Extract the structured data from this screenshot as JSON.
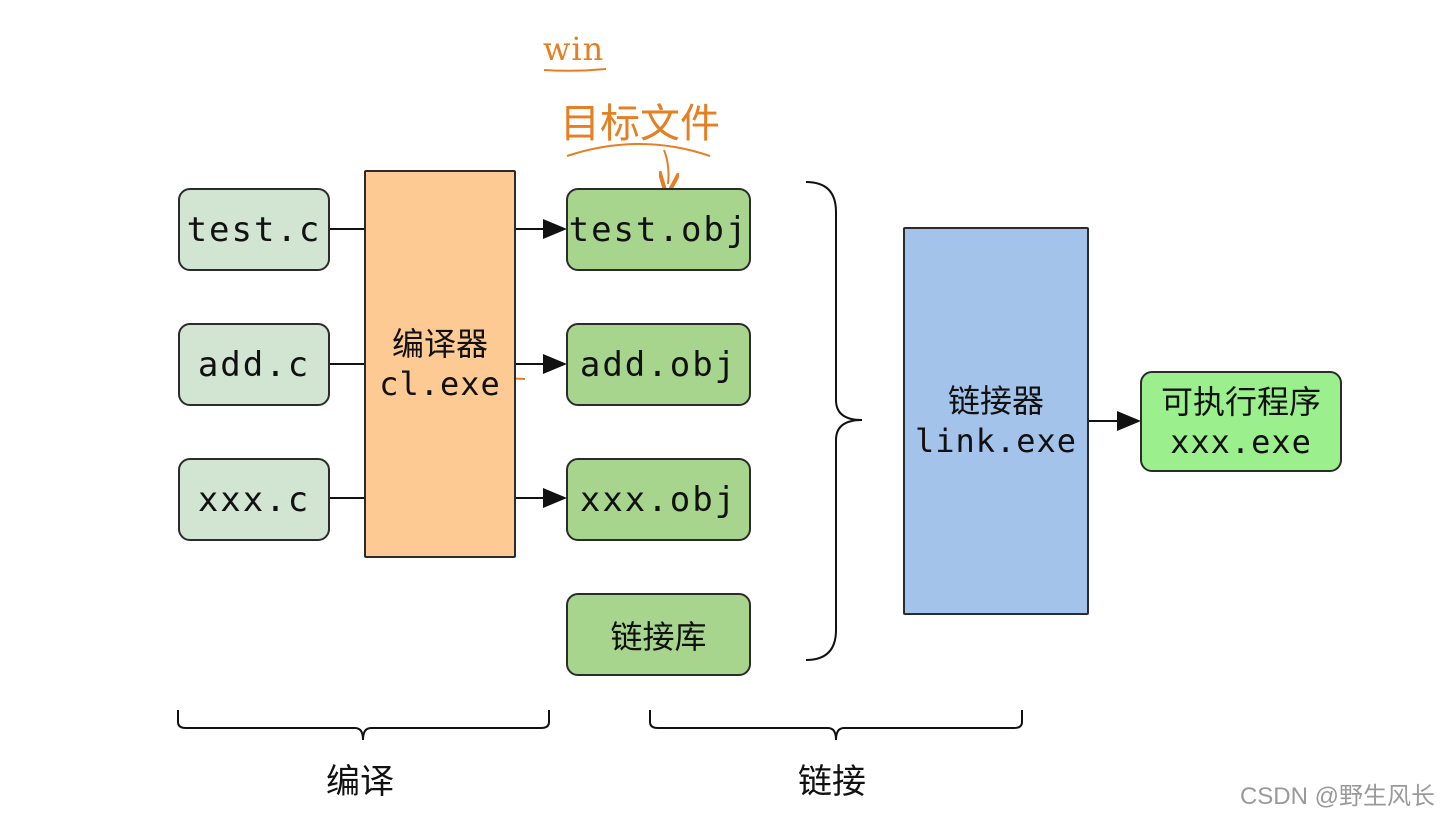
{
  "sources": [
    "test.c",
    "add.c",
    "xxx.c"
  ],
  "compiler": {
    "title": "编译器",
    "exe": "cl.exe"
  },
  "objects": [
    "test.obj",
    "add.obj",
    "xxx.obj"
  ],
  "library": "链接库",
  "linker": {
    "title": "链接器",
    "exe": "link.exe"
  },
  "executable": {
    "title": "可执行程序",
    "exe": "xxx.exe"
  },
  "phases": {
    "compile": "编译",
    "link": "链接"
  },
  "annotation": {
    "platform": "win",
    "object_file": "目标文件"
  },
  "watermark": "CSDN @野生风长",
  "colors": {
    "source": "#d2e5d2",
    "compiler": "#fdca93",
    "object": "#a8d58d",
    "linker": "#a4c3ea",
    "executable": "#9bef8d",
    "annotation": "#e67e22"
  }
}
